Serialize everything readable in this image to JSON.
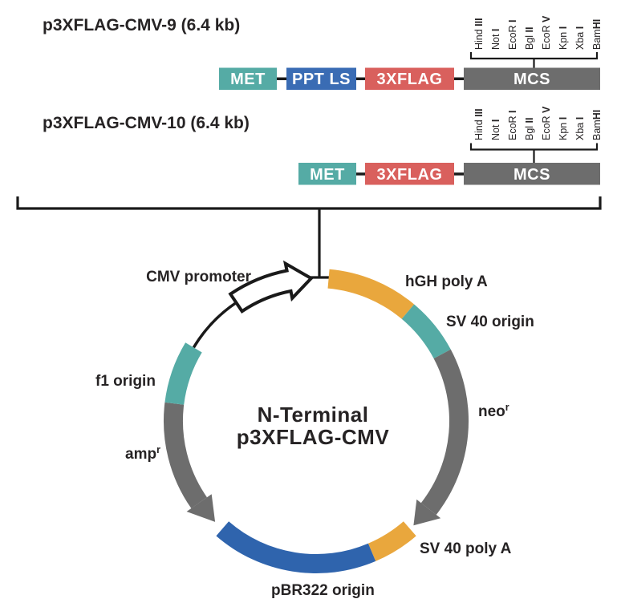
{
  "colors": {
    "teal": "#55aba5",
    "blue_box": "#3a6cb4",
    "red": "#d9605d",
    "gray": "#6d6d6d",
    "orange": "#e9a73d",
    "blue_arc": "#2f64ad",
    "ink": "#262324",
    "line": "#1a1a1a"
  },
  "constructs": [
    {
      "title": "p3XFLAG-CMV-9 (6.4 kb)",
      "boxes": [
        {
          "label": "MET"
        },
        {
          "label": "PPT LS"
        },
        {
          "label": "3XFLAG"
        },
        {
          "label": "MCS"
        }
      ]
    },
    {
      "title": "p3XFLAG-CMV-10 (6.4 kb)",
      "boxes": [
        {
          "label": "MET"
        },
        {
          "label": "3XFLAG"
        },
        {
          "label": "MCS"
        }
      ]
    }
  ],
  "mcs_sites": [
    {
      "name": "Hind ",
      "num": "III"
    },
    {
      "name": "Not ",
      "num": "I"
    },
    {
      "name": "EcoR ",
      "num": "I"
    },
    {
      "name": "Bgl ",
      "num": "II"
    },
    {
      "name": "EcoR ",
      "num": "V"
    },
    {
      "name": "Kpn ",
      "num": "I"
    },
    {
      "name": "Xba ",
      "num": "I"
    },
    {
      "name": "Bam",
      "num": "HI"
    }
  ],
  "plasmid": {
    "center_line1": "N-Terminal",
    "center_line2": "p3XFLAG-CMV",
    "features": {
      "cmv_promoter": "CMV promoter",
      "hgh_polya": "hGH poly A",
      "sv40_origin": "SV 40 origin",
      "neo": "neo",
      "neo_sup": "r",
      "sv40_polya": "SV 40 poly A",
      "pbr322": "pBR322 origin",
      "amp": "amp",
      "amp_sup": "r",
      "f1_origin": "f1 origin"
    }
  }
}
